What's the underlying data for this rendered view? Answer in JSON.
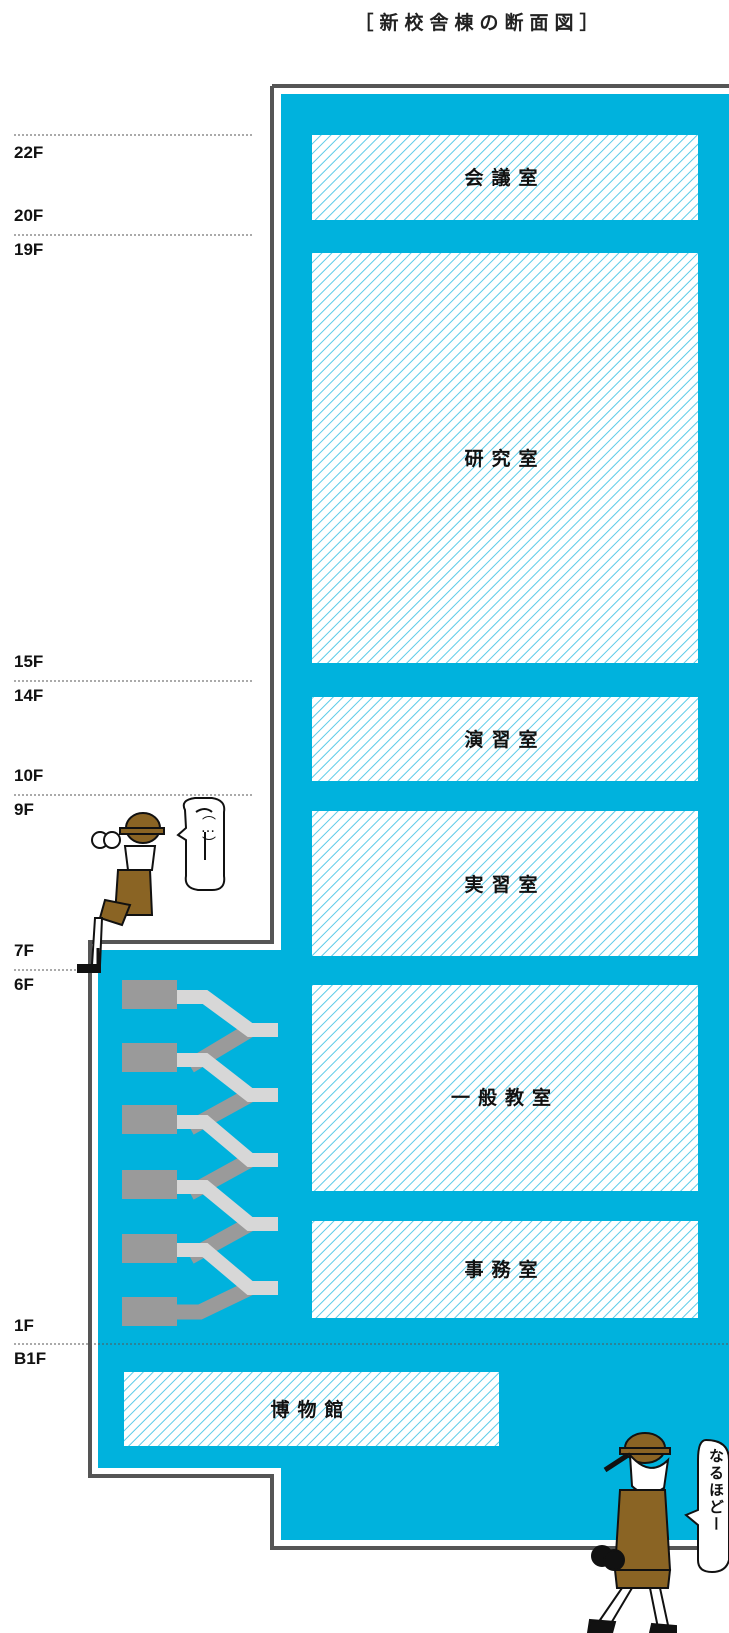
{
  "title": "［新校舎棟の断面図］",
  "floors": {
    "f22": "22F",
    "f20": "20F",
    "f19": "19F",
    "f15": "15F",
    "f14": "14F",
    "f10": "10F",
    "f9": "9F",
    "f7": "7F",
    "f6": "6F",
    "f1": "1F",
    "fb1": "B1F"
  },
  "rooms": {
    "kaigi": "会議室",
    "kenkyu": "研究室",
    "enshu": "演習室",
    "jisshu": "実習室",
    "ippan": "一般教室",
    "jimu": "事務室",
    "hakubutsu": "博物館"
  },
  "bubbles": {
    "top": "（…）",
    "bottom": "なるほどー"
  },
  "colors": {
    "building": "#00b2dd",
    "room_fill": "#ffffff",
    "hatch": "#5ccbe8",
    "outline": "#555555",
    "escalator_dark": "#9a9a9a",
    "escalator_light": "#d7d7d7"
  }
}
